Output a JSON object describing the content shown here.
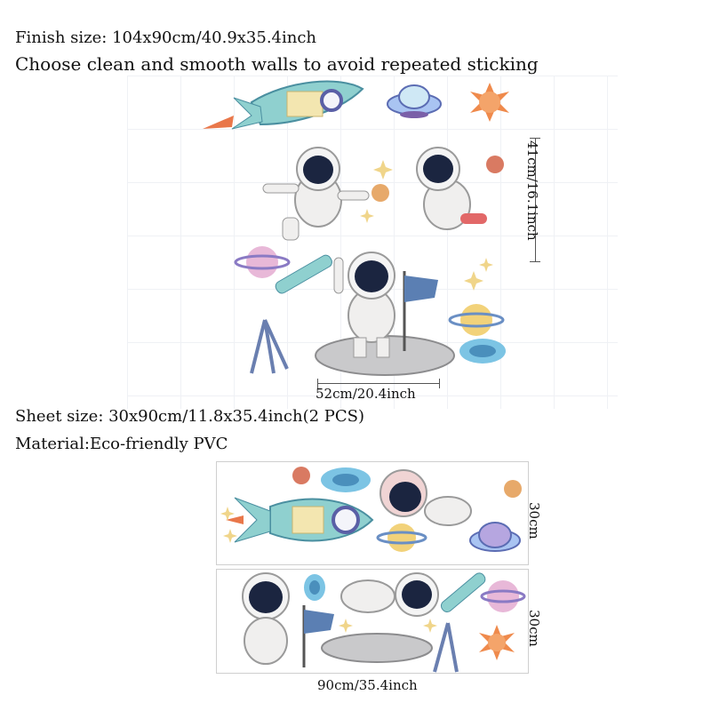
{
  "header": {
    "finish_size": "Finish size: 104x90cm/40.9x35.4inch",
    "wall_tip": "Choose clean and smooth walls to avoid repeated sticking"
  },
  "finished_layout": {
    "height_label": "41cm/16.1inch",
    "width_label": "52cm/20.4inch"
  },
  "sheet_info": {
    "sheet_size": "Sheet size: 30x90cm/11.8x35.4inch(2 PCS)",
    "material": "Material:Eco-friendly PVC"
  },
  "sheets": {
    "sheet1_height_label": "30cm",
    "sheet2_height_label": "30cm",
    "width_label": "90cm/35.4inch"
  },
  "colors": {
    "rocket": "#8fd0cf",
    "rocket_flame": "#e9774a",
    "visor": "#1b2540",
    "sun": "#ef8a4c",
    "planet_pink": "#e8b8d8",
    "planet_yellow": "#f2d27a",
    "ufo": "#a9c4f2",
    "moon_rock": "#c9c9cb",
    "flag": "#5b7fb3"
  },
  "icons": [
    "rocket-icon",
    "ufo-icon",
    "sun-icon",
    "astronaut-icon",
    "planet-icon",
    "telescope-icon",
    "flag-icon",
    "galaxy-icon",
    "star-icon",
    "moon-rock-icon"
  ]
}
